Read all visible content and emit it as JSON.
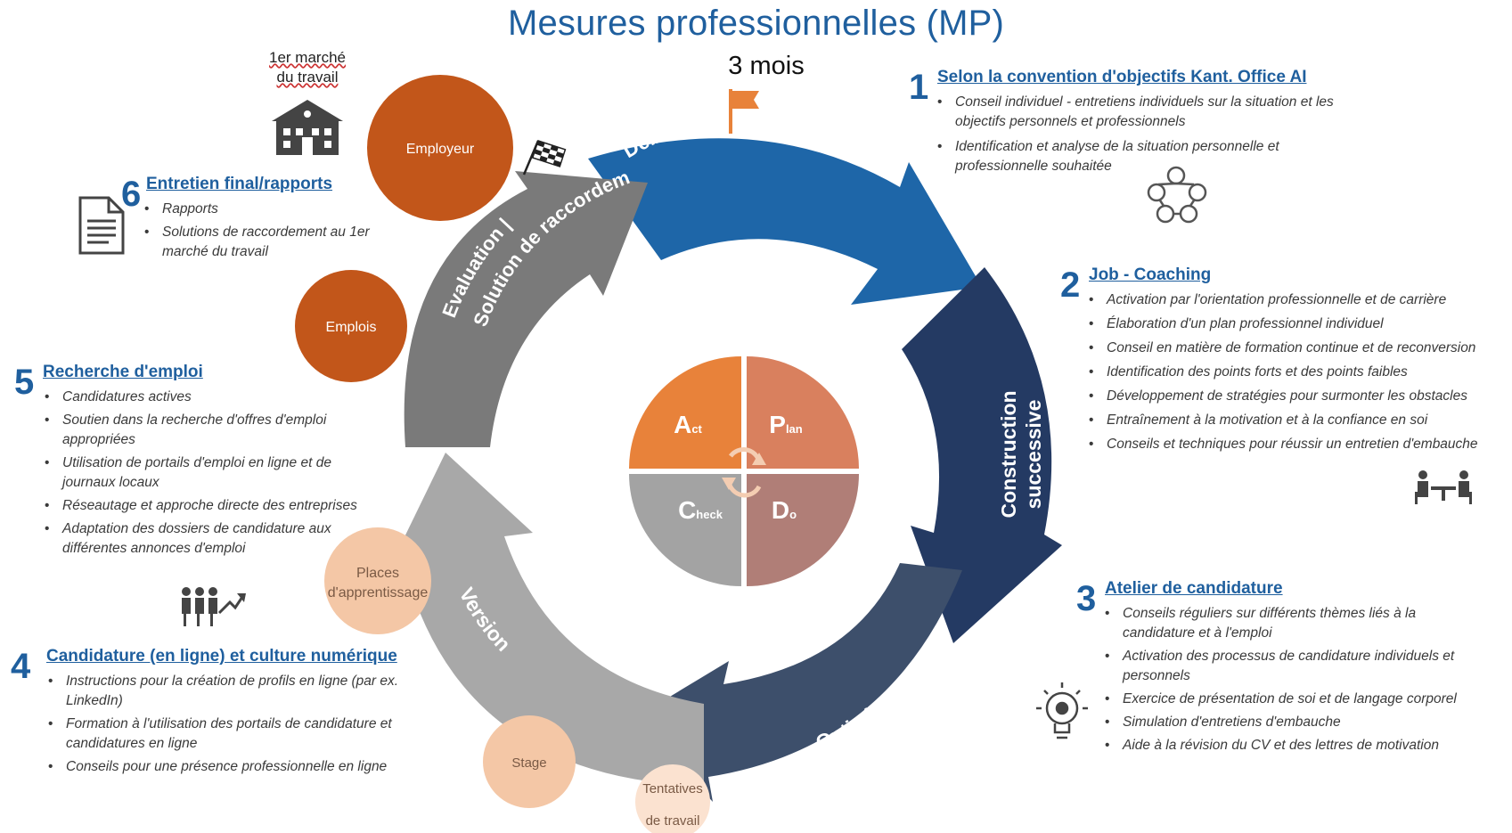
{
  "title": "Mesures professionnelles (MP)",
  "duration": "3 mois",
  "labour_market": {
    "line1": "1er marché",
    "line2": "du travail"
  },
  "cycle_stages": {
    "debut": "Début MP | Conception",
    "construction_line1": "Construction",
    "construction_line2": "successive",
    "optimisation": "Optimisation",
    "version": "Version",
    "evaluation_line1": "Evaluation |",
    "evaluation_line2": "Solution de raccordement"
  },
  "pdca": {
    "act_big": "A",
    "act_small": "ct",
    "plan_big": "P",
    "plan_small": "lan",
    "check_big": "C",
    "check_small": "heck",
    "do_big": "D",
    "do_small": "o"
  },
  "bubbles": {
    "employeur": "Employeur",
    "emplois": "Emplois",
    "places_line1": "Places",
    "places_line2": "d'apprentissage",
    "stage": "Stage",
    "tentatives_line1": "Tentatives",
    "tentatives_line2": "de travail"
  },
  "sections": [
    {
      "number": "1",
      "title": "Selon la convention d'objectifs Kant. Office AI",
      "items": [
        "Conseil individuel - entretiens individuels sur la situation et les objectifs personnels et professionnels",
        "Identification et analyse de la situation personnelle et professionnelle souhaitée"
      ]
    },
    {
      "number": "2",
      "title": "Job - Coaching",
      "items": [
        "Activation par l'orientation professionnelle et de carrière",
        "Élaboration d'un plan professionnel individuel",
        "Conseil en matière de formation continue et de reconversion",
        "Identification des points forts et des points faibles",
        "Développement de stratégies pour surmonter les obstacles",
        "Entraînement à la motivation et à la confiance en soi",
        "Conseils et techniques pour réussir un entretien d'embauche"
      ]
    },
    {
      "number": "3",
      "title": "Atelier de candidature",
      "items": [
        "Conseils réguliers sur différents thèmes liés à la candidature et à l'emploi",
        "Activation des processus de candidature individuels et personnels",
        "Exercice de présentation de soi et de langage corporel",
        "Simulation d'entretiens d'embauche",
        "Aide à la révision du CV et des lettres de motivation"
      ]
    },
    {
      "number": "4",
      "title": "Candidature (en ligne) et culture numérique",
      "items": [
        "Instructions pour la création de profils en ligne (par ex. LinkedIn)",
        "Formation à l'utilisation des portails de candidature et candidatures en ligne",
        "Conseils pour une présence professionnelle en ligne"
      ]
    },
    {
      "number": "5",
      "title": "Recherche d'emploi",
      "items": [
        "Candidatures actives",
        "Soutien dans la recherche d'offres d'emploi appropriées",
        "Utilisation de portails d'emploi en ligne et de journaux locaux",
        "Réseautage et approche directe des entreprises",
        "Adaptation des dossiers de candidature aux différentes annonces d'emploi"
      ]
    },
    {
      "number": "6",
      "title": "Entretien final/rapports",
      "items": [
        "Rapports",
        "Solutions de raccordement au 1er marché du travail"
      ]
    }
  ],
  "icons": {
    "flag": "orange-flag-icon",
    "finish": "checkered-flag-icon",
    "building": "building-icon",
    "document": "document-icon",
    "network": "network-people-icon",
    "meeting": "meeting-table-icon",
    "growth": "people-growth-icon",
    "idea": "lightbulb-gear-icon"
  },
  "colors": {
    "title": "#1f5f9e",
    "blue_arrow": "#1e66a8",
    "navy_arrow": "#243a63",
    "slate_arrow": "#3d4f6b",
    "light_gray_arrow": "#a8a8a8",
    "dark_gray_arrow": "#7a7a7a",
    "orange_bubble": "#c2561a",
    "peach_bubble": "#f4c7a6",
    "act": "#e8823a",
    "plan": "#d9805e",
    "check": "#a3a3a3",
    "do": "#b07e77"
  }
}
